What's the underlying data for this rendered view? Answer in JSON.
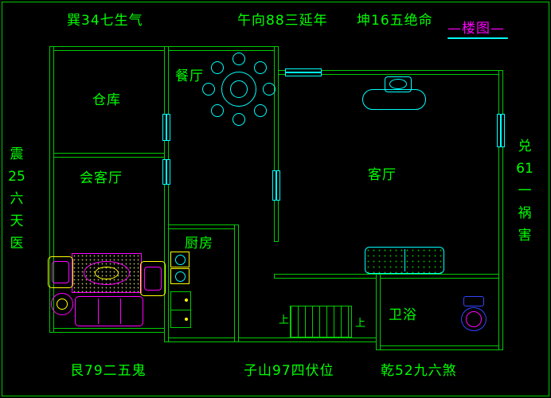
{
  "colors": {
    "background": "#000000",
    "wall": "#00cc00",
    "text": "#00ff00",
    "window": "#00ffff",
    "furniture_cyan": "#00ffff",
    "furniture_magenta": "#ff00ff",
    "accent_yellow": "#ffff00",
    "toilet_blue": "#3344ff",
    "title": "#ff00ff"
  },
  "title": {
    "text": "—楼图—"
  },
  "compass": {
    "top_left": "巽34七生气",
    "top_center": "午向88三延年",
    "top_right": "坤16五绝命",
    "bottom_left": "艮79二五鬼",
    "bottom_center": "子山97四伏位",
    "bottom_right": "乾52九六煞",
    "left": [
      "震",
      "25",
      "六",
      "天",
      "医"
    ],
    "right": [
      "兑",
      "61",
      "一",
      "祸",
      "害"
    ]
  },
  "rooms": {
    "storage": "仓库",
    "dining": "餐厅",
    "reception": "会客厅",
    "kitchen": "厨房",
    "living": "客厅",
    "bath": "卫浴"
  },
  "stairs": {
    "up_left": "上",
    "up_right": "上"
  },
  "furniture": [
    "dining-table-with-8-chairs",
    "console-table-with-lamp",
    "living-sofa",
    "reception-rug",
    "reception-sofa",
    "armchair-left",
    "armchair-right",
    "side-table",
    "stove",
    "kitchen-cabinet",
    "toilet",
    "staircase"
  ]
}
